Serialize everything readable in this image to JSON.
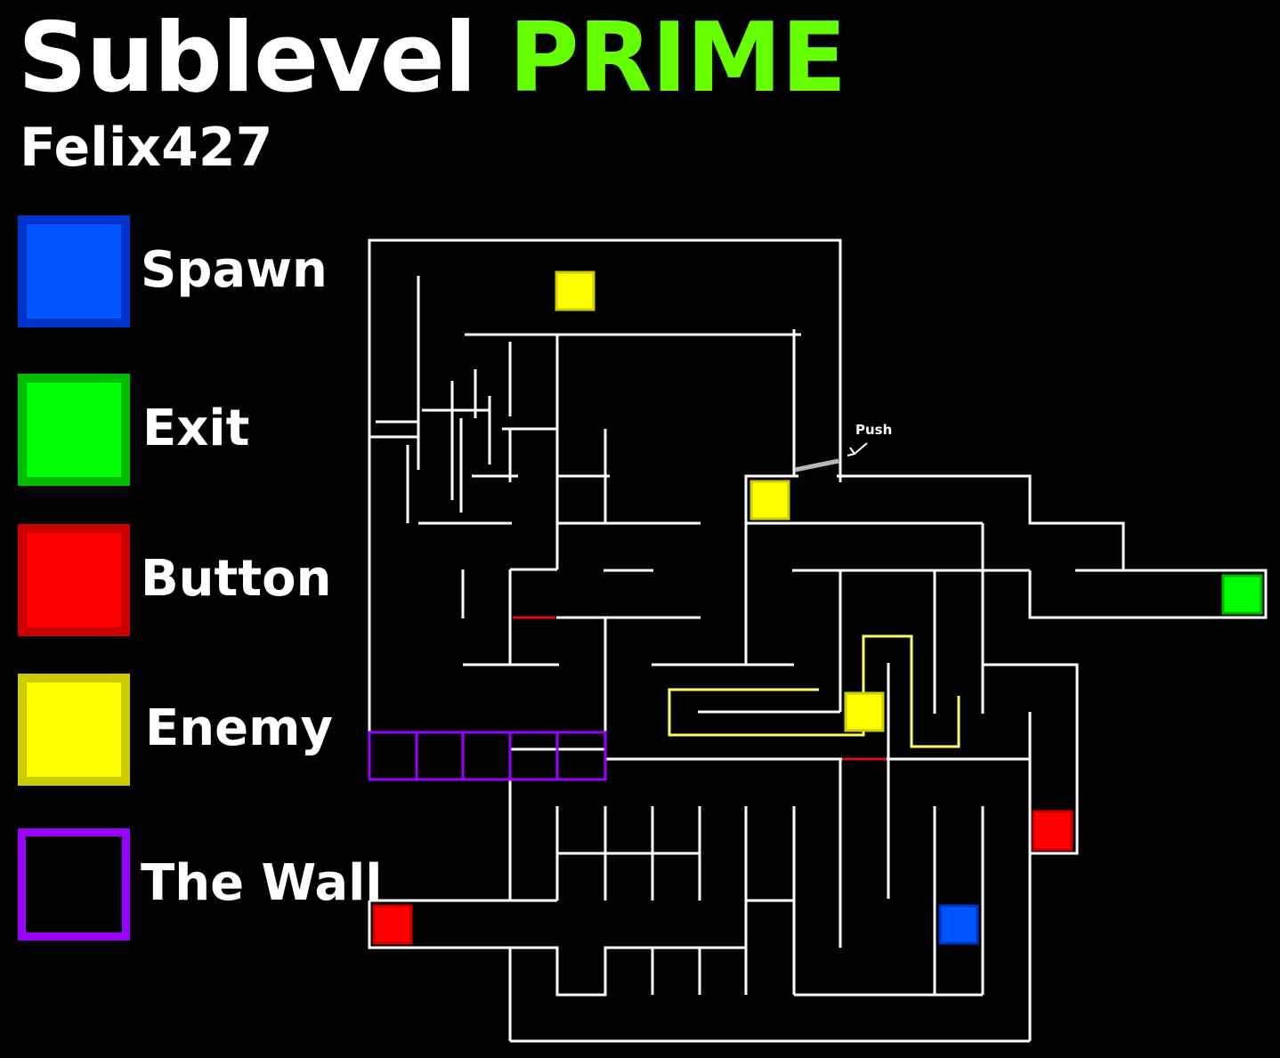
{
  "title": {
    "main": "Sublevel",
    "accent": "PRIME",
    "accent_color": "#66ff00"
  },
  "author": "Felix427",
  "legend": [
    {
      "label": "Spawn",
      "fill": "#0055ff",
      "border": "#0033cc"
    },
    {
      "label": "Exit",
      "fill": "#00ff00",
      "border": "#00bb00"
    },
    {
      "label": "Button",
      "fill": "#ff0000",
      "border": "#cc0000"
    },
    {
      "label": "Enemy",
      "fill": "#ffff00",
      "border": "#cccc00"
    },
    {
      "label": "The Wall",
      "fill": "#000000",
      "border": "#9900ff"
    }
  ],
  "map": {
    "push_label": "Push",
    "colors": {
      "wall": "#ffffff",
      "patrol": "#ffff66",
      "door": "#b8b8b8",
      "button_line": "#dd1111",
      "the_wall": "#9900ff"
    }
  }
}
